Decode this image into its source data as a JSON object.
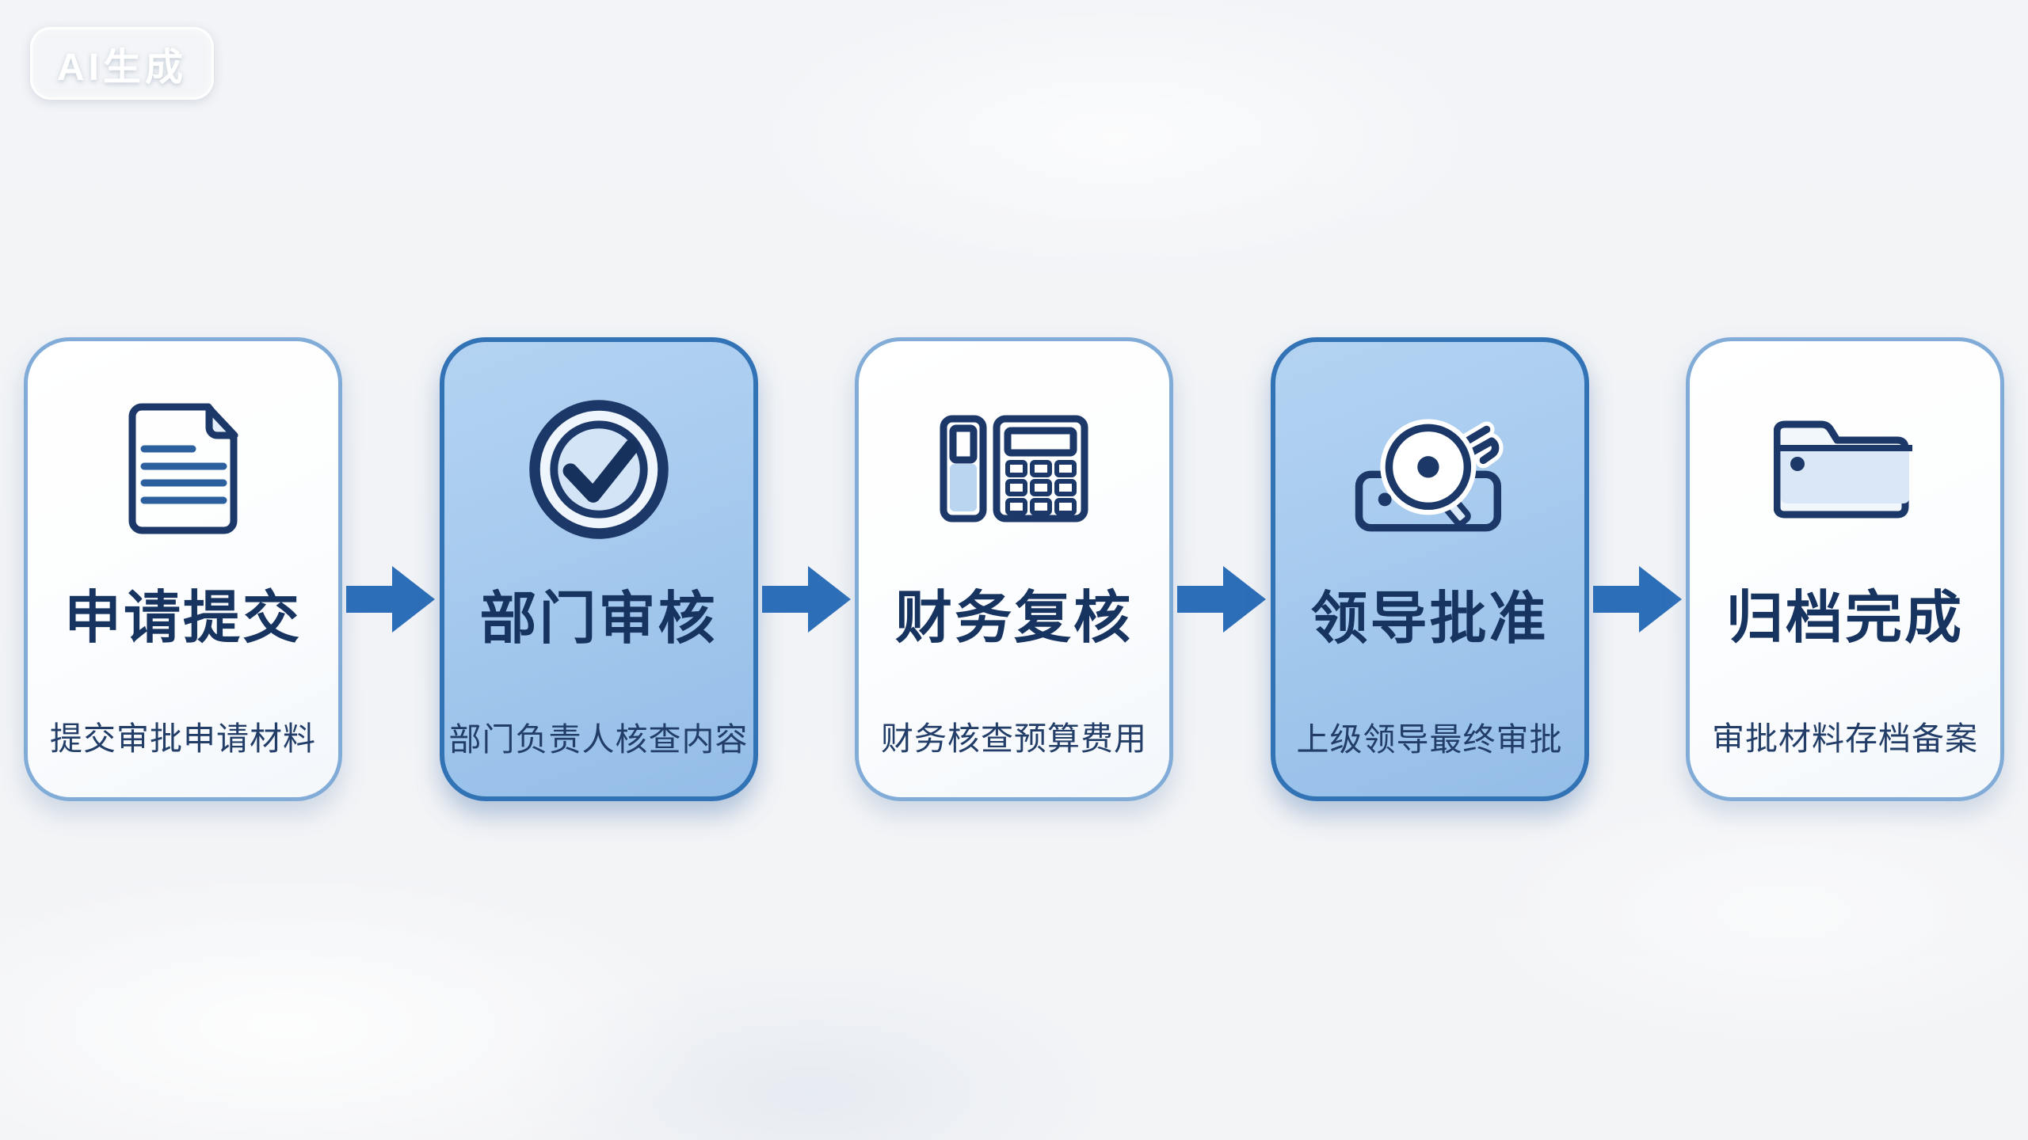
{
  "watermark": {
    "label": "AI生成"
  },
  "flow": {
    "steps": [
      {
        "title": "申请提交",
        "subtitle": "提交审批申请材料",
        "icon": "document-icon",
        "variant": "white"
      },
      {
        "title": "部门审核",
        "subtitle": "部门负责人核查内容",
        "icon": "check-circle-icon",
        "variant": "blue"
      },
      {
        "title": "财务复核",
        "subtitle": "财务核查预算费用",
        "icon": "calculator-icon",
        "variant": "white"
      },
      {
        "title": "领导批准",
        "subtitle": "上级领导最终审批",
        "icon": "stamp-icon",
        "variant": "blue"
      },
      {
        "title": "归档完成",
        "subtitle": "审批材料存档备案",
        "icon": "folder-icon",
        "variant": "white"
      }
    ]
  },
  "colors": {
    "arrow_blue": "#2c6eb8",
    "card_blue_fill": "#a6caee",
    "card_blue_border": "#3273b6",
    "card_white_border": "#82acd8",
    "icon_navy": "#1b3868",
    "icon_light_fill": "#d7e6f7",
    "title_text": "#17335f",
    "subtitle_text": "#223e68"
  }
}
